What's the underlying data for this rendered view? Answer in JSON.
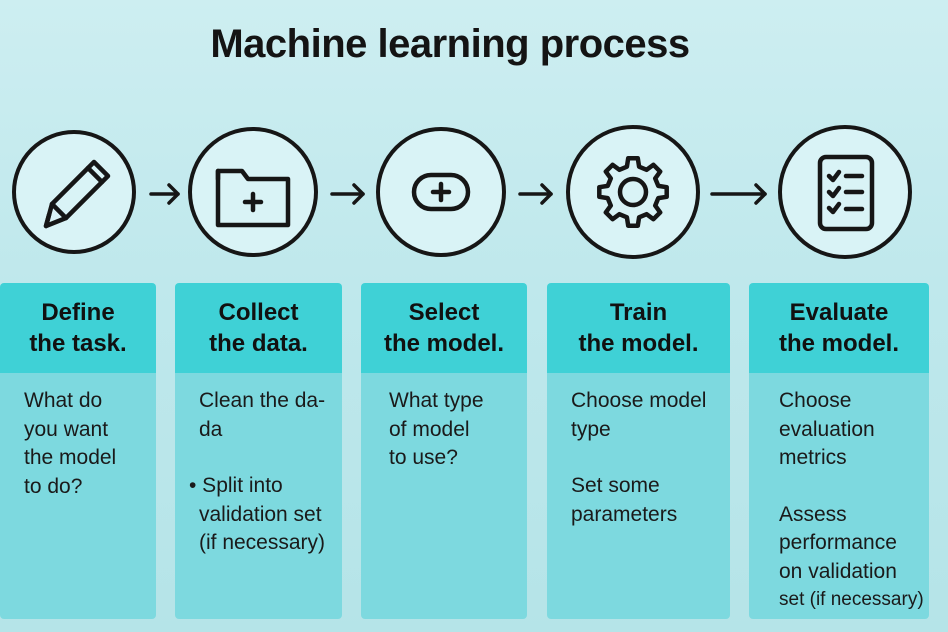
{
  "title": "Machine learning process",
  "steps": [
    {
      "icon": "pencil-icon",
      "heading": [
        "Define",
        "the task."
      ],
      "body": [
        "What do",
        "you want",
        "the model",
        "to do?"
      ]
    },
    {
      "icon": "folder-plus-icon",
      "heading": [
        "Collect",
        "the data."
      ],
      "body": [
        "Clean the da-",
        "da",
        "",
        "• Split into",
        "validation set",
        "(if necessary)"
      ]
    },
    {
      "icon": "add-pill-icon",
      "heading": [
        "Select",
        "the model."
      ],
      "body": [
        "What type",
        "of model",
        "to use?"
      ]
    },
    {
      "icon": "gear-icon",
      "heading": [
        "Train",
        "the model."
      ],
      "body": [
        "Choose model",
        "type",
        "",
        "Set some",
        "parameters"
      ]
    },
    {
      "icon": "checklist-icon",
      "heading": [
        "Evaluate",
        "the model."
      ],
      "body": [
        "Choose",
        "evaluation",
        "metrics",
        "",
        "Assess",
        "performance",
        "on validation",
        "set (if necessary)"
      ]
    }
  ],
  "colors": {
    "card_header": "#3fd1d6",
    "card_body": "#7dd9df",
    "background": "#c4eaee",
    "outline": "#161616"
  }
}
